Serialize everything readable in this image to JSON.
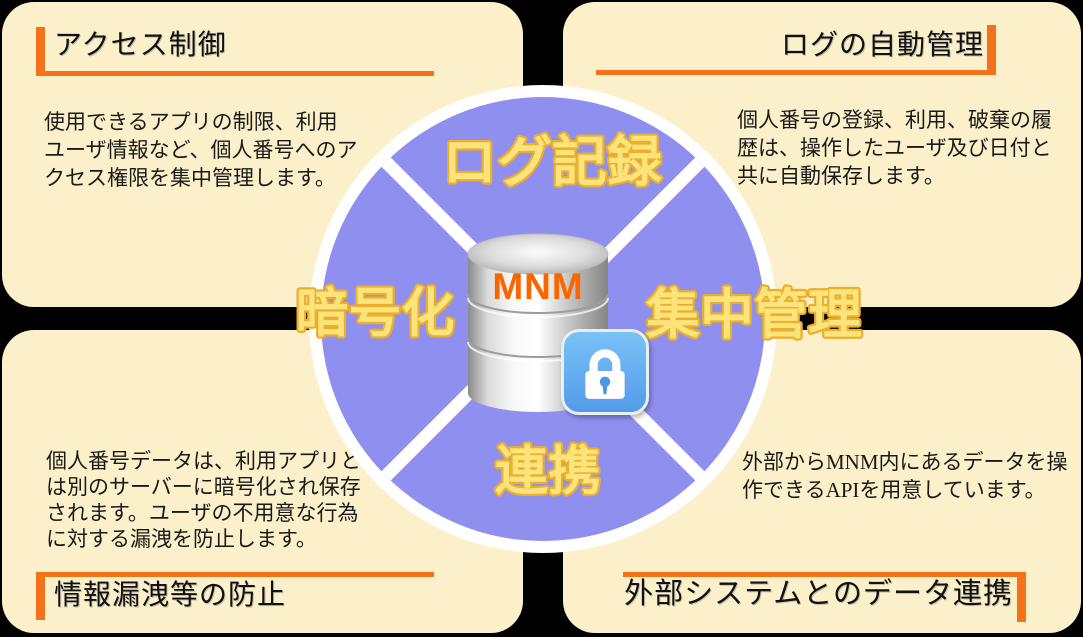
{
  "colors": {
    "background": "#000000",
    "panel_cream": "#FBF0C9",
    "accent_orange": "#F4731A",
    "circle_periwinkle": "#8F8FF0",
    "ring_white": "#FFFFFF",
    "quadrant_label_fill": "#FBE47C",
    "quadrant_label_stroke": "#ECAE2B",
    "mnm_orange": "#F96600",
    "lock_blue_top": "#79C2F7",
    "lock_blue_bottom": "#549AEA"
  },
  "panels": {
    "top_left": {
      "title": "アクセス制御",
      "lines": [
        "使用できるアプリの制限、利用",
        "ユーザ情報など、個人番号へのア",
        "クセス権限を集中管理します。"
      ]
    },
    "top_right": {
      "title": "ログの自動管理",
      "lines": [
        "個人番号の登録、利用、破棄の履",
        "歴は、操作したユーザ及び日付と",
        "共に自動保存します。"
      ]
    },
    "bottom_left": {
      "title": "情報漏洩等の防止",
      "lines": [
        "個人番号データは、利用アプリと",
        "は別のサーバーに暗号化され保存",
        "されます。ユーザの不用意な行為",
        "に対する漏洩を防止します。"
      ]
    },
    "bottom_right": {
      "title": "外部システムとのデータ連携",
      "lines": [
        "外部からMNM内にあるデータを操",
        "作できるAPIを用意しています。"
      ]
    }
  },
  "center": {
    "db_label": "MNM",
    "quadrants": {
      "top": "ログ記録",
      "left": "暗号化",
      "right": "集中管理",
      "bottom": "連携"
    }
  },
  "icons": {
    "database": "database-cylinder-icon",
    "padlock": "padlock-icon"
  }
}
